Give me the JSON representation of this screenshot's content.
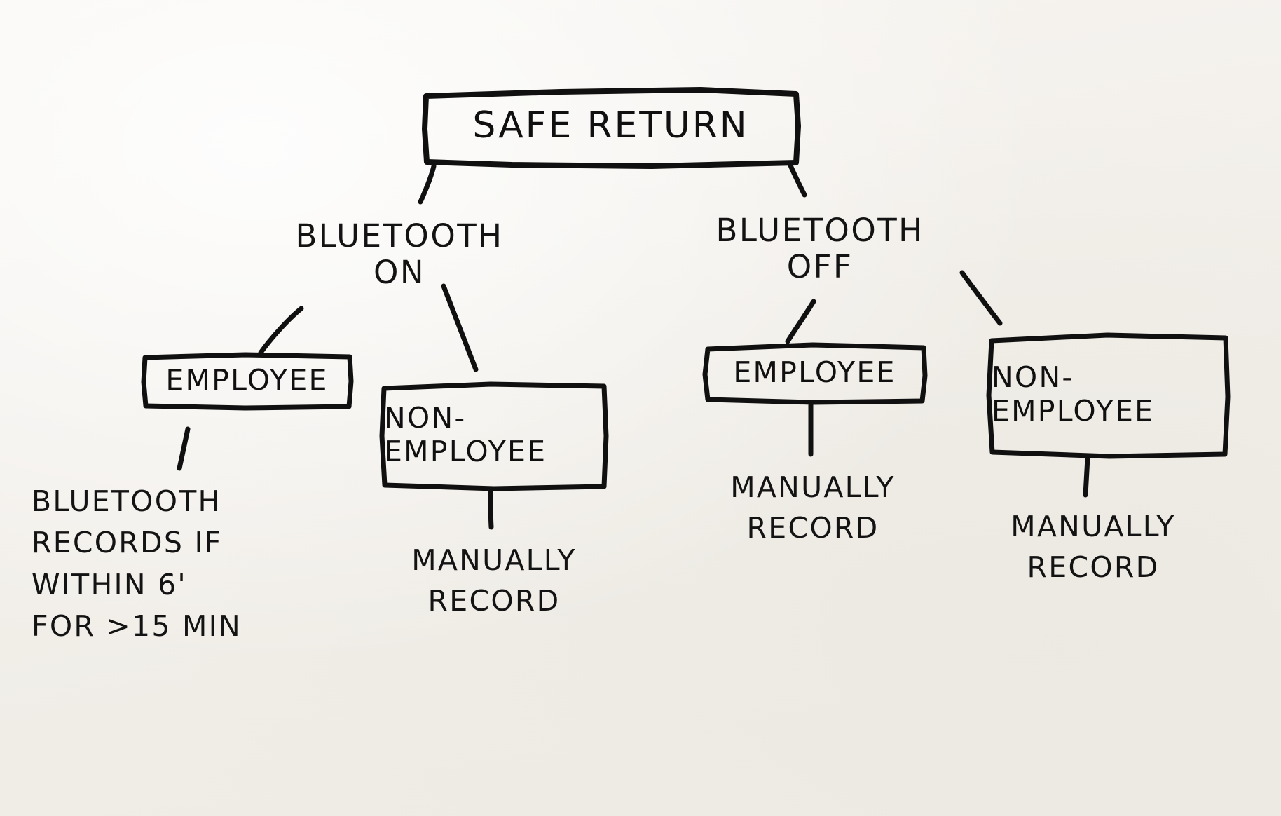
{
  "diagram": {
    "title": "SAFE RETURN",
    "type": "hand-drawn decision tree",
    "root": {
      "id": "safe-return",
      "label": "SAFE RETURN",
      "shape": "box"
    },
    "branches": [
      {
        "id": "bluetooth-on",
        "label": "BLUETOOTH\nON",
        "shape": "none",
        "children": [
          {
            "id": "bt-on-employee",
            "label": "EMPLOYEE",
            "shape": "box",
            "note": "BLUETOOTH\nRECORDS IF\nWITHIN 6'\nFOR >15 MIN"
          },
          {
            "id": "bt-on-non-employee",
            "label": "NON-\nEMPLOYEE",
            "shape": "box",
            "note": "MANUALLY\nRECORD"
          }
        ]
      },
      {
        "id": "bluetooth-off",
        "label": "BLUETOOTH\nOFF",
        "shape": "none",
        "children": [
          {
            "id": "bt-off-employee",
            "label": "EMPLOYEE",
            "shape": "box",
            "note": "MANUALLY\nRECORD"
          },
          {
            "id": "bt-off-non-employee",
            "label": "NON-\nEMPLOYEE",
            "shape": "box",
            "note": "MANUALLY\nRECORD"
          }
        ]
      }
    ],
    "nodes": {
      "root_label": "SAFE RETURN",
      "bt_on_label": "BLUETOOTH\nON",
      "bt_off_label": "BLUETOOTH\nOFF",
      "employee_left_label": "EMPLOYEE",
      "non_employee_left_label": "NON-\nEMPLOYEE",
      "employee_right_label": "EMPLOYEE",
      "non_employee_right_label": "NON-\nEMPLOYEE",
      "note_bluetooth_records": "BLUETOOTH\nRECORDS IF\nWITHIN 6'\nFOR >15 MIN",
      "note_manual_left": "MANUALLY\nRECORD",
      "note_manual_mid": "MANUALLY\nRECORD",
      "note_manual_right": "MANUALLY\nRECORD"
    },
    "colors": {
      "ink": "#111010",
      "paper": "#f4f2ee"
    }
  }
}
